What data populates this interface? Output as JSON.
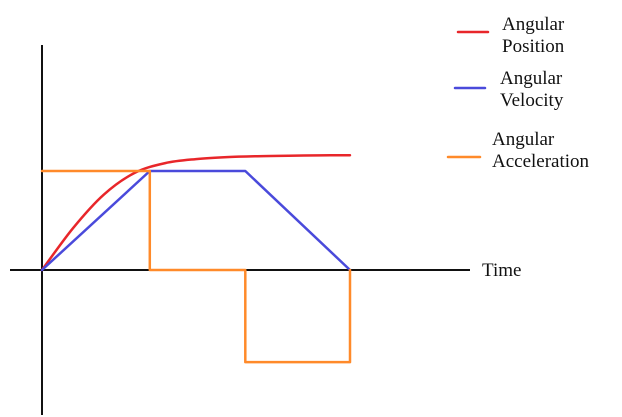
{
  "chart_data": {
    "type": "line",
    "title": "",
    "xlabel": "Time",
    "ylabel": "",
    "grid": false,
    "legend_position": "top-right",
    "xlim": [
      0,
      10.3
    ],
    "ylim": [
      -1.0,
      1.45
    ],
    "series": [
      {
        "name": "Angular Position",
        "color": "#e8262a",
        "x": [
          0,
          1,
          2,
          3,
          4,
          5,
          6,
          7,
          8,
          9,
          10
        ],
        "y": [
          0,
          0.42,
          0.76,
          0.98,
          1.08,
          1.12,
          1.14,
          1.15,
          1.155,
          1.158,
          1.16
        ]
      },
      {
        "name": "Angular Velocity",
        "color": "#4a4adb",
        "x": [
          0,
          3.5,
          6.6,
          10
        ],
        "y": [
          0,
          1,
          1,
          0
        ]
      },
      {
        "name": "Angular Acceleration",
        "color": "#ff8a2a",
        "x": [
          0,
          3.5,
          3.5,
          6.6,
          6.6,
          10,
          10
        ],
        "y": [
          1,
          1,
          0,
          0,
          -0.93,
          -0.93,
          0
        ]
      }
    ]
  },
  "legend": [
    {
      "line1": "Angular",
      "line2": "Position"
    },
    {
      "line1": "Angular",
      "line2": "Velocity"
    },
    {
      "line1": "Angular",
      "line2": "Acceleration"
    }
  ]
}
